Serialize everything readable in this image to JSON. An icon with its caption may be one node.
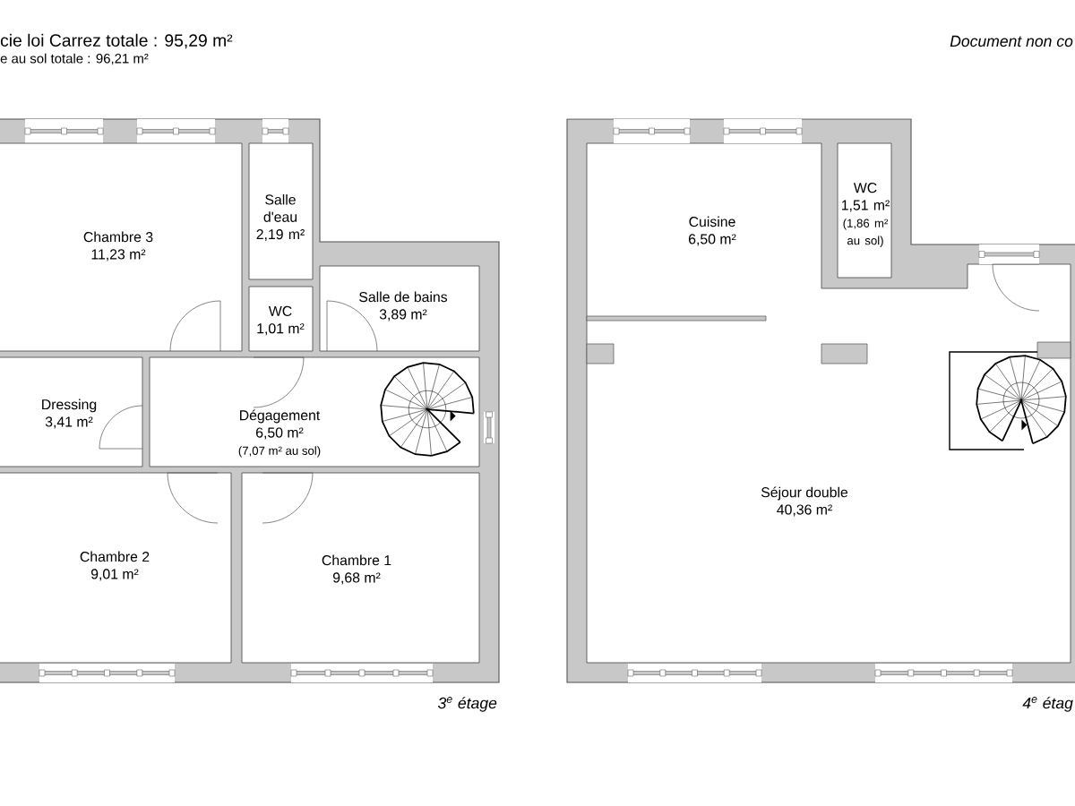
{
  "diagram": {
    "nodes": [
      {
        "text": [
          "Chambre 3",
          "11,23 m²"
        ]
      },
      {
        "text": [
          "Salle d'eau",
          "2,19 m²"
        ]
      },
      {
        "text": [
          "WC",
          "1,01 m²"
        ]
      },
      {
        "text": [
          "Salle de bains",
          "3,89 m²"
        ]
      },
      {
        "text": [
          "Dressing",
          "3,41 m²"
        ]
      },
      {
        "text": [
          "Dégagement",
          "6,50 m²",
          "(7,07 m² au sol)"
        ]
      },
      {
        "text": [
          "Chambre 2",
          "9,01 m²"
        ]
      },
      {
        "text": [
          "Chambre 1",
          "9,68 m²"
        ]
      },
      {
        "text": [
          "Cuisine",
          "6,50 m²"
        ]
      },
      {
        "text": [
          "WC",
          "1,51 m²",
          "(1,86 m² au sol)"
        ]
      },
      {
        "text": [
          "Séjour double",
          "40,36 m²"
        ]
      }
    ],
    "labels": [
      "cie loi Carrez totale :  95,29 m²",
      "e au sol totale :  96,21 m²",
      "Document non co",
      "3$^{e}$ étage",
      "4$^{e}$ étag"
    ]
  }
}
